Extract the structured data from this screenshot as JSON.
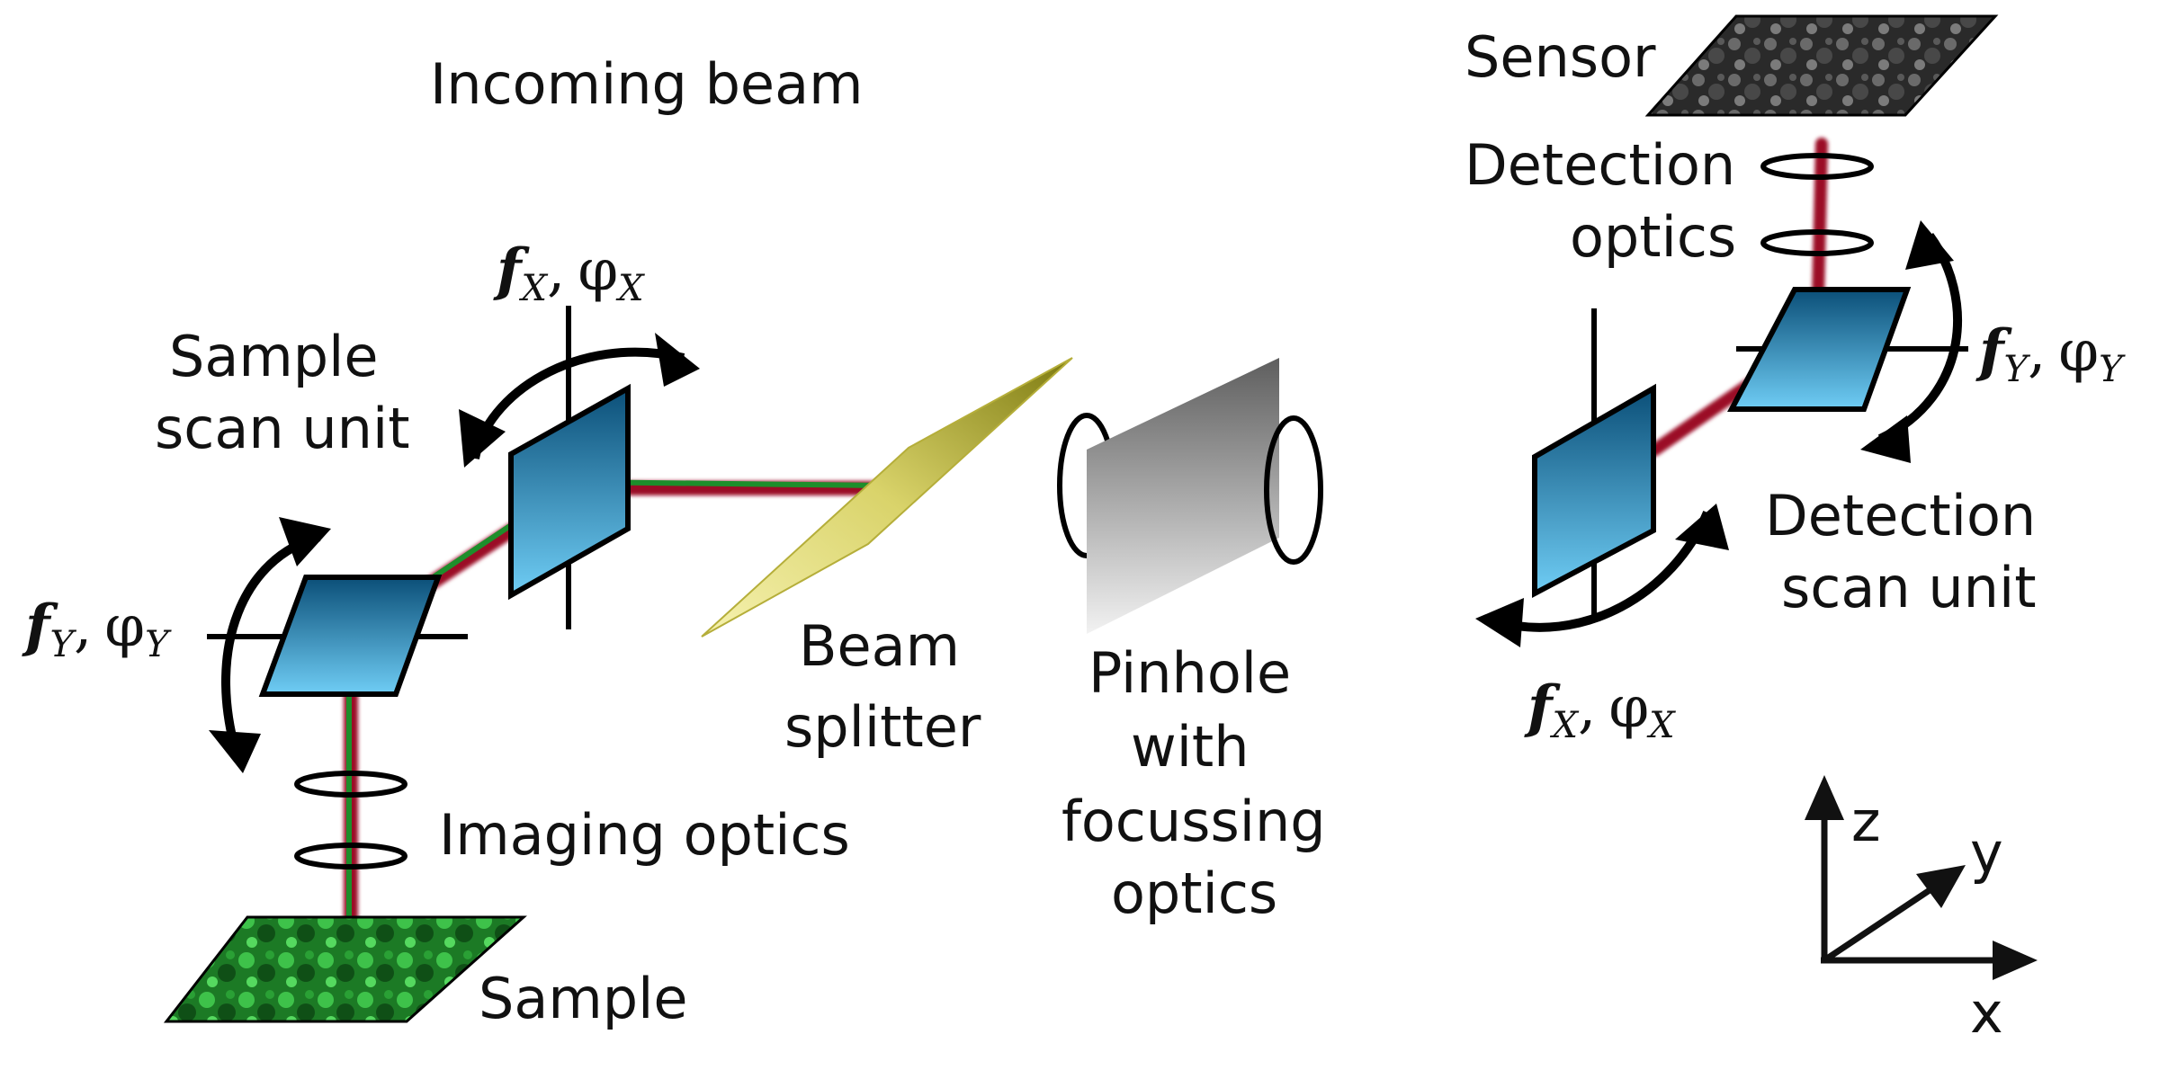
{
  "labels": {
    "incoming_beam": "Incoming beam",
    "sample_scan_unit_1": "Sample",
    "sample_scan_unit_2": "scan unit",
    "beam_splitter_1": "Beam",
    "beam_splitter_2": "splitter",
    "pinhole_1": "Pinhole",
    "pinhole_2": "with",
    "pinhole_3": "focussing",
    "pinhole_4": "optics",
    "imaging_optics": "Imaging optics",
    "sample": "Sample",
    "sensor": "Sensor",
    "detection_optics_1": "Detection",
    "detection_optics_2": "optics",
    "detection_scan_unit_1": "Detection",
    "detection_scan_unit_2": "scan unit"
  },
  "symbols": {
    "f": "f",
    "phi": "φ",
    "comma": ",",
    "x_sub": "X",
    "y_sub": "Y"
  },
  "axes": {
    "z": "z",
    "y": "y",
    "x": "x"
  },
  "colors": {
    "excitation_beam": "#1d8e2b",
    "detection_beam": "#9b1025",
    "mirror_dark": "#0b4f78",
    "mirror_light": "#6fcdf5",
    "splitter_dark": "#7d7a10",
    "splitter_light": "#f4efa6"
  }
}
